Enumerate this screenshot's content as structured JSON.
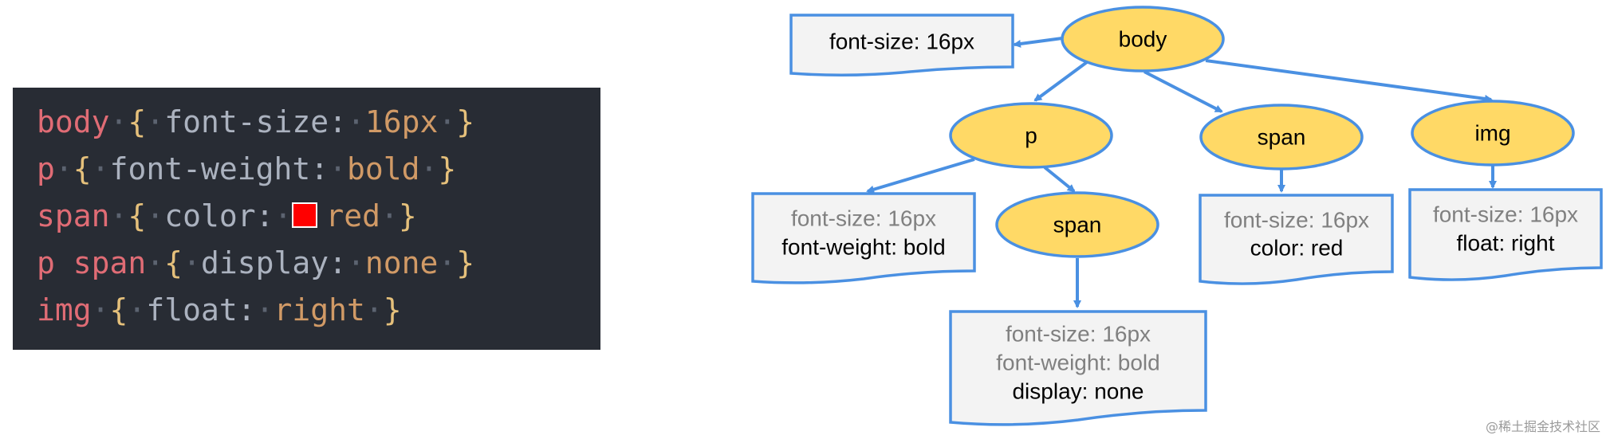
{
  "code": {
    "lines": [
      {
        "selector": "body",
        "property": "font-size",
        "value": "16px",
        "swatch": false
      },
      {
        "selector": "p",
        "property": "font-weight",
        "value": "bold",
        "swatch": false
      },
      {
        "selector": "span",
        "property": "color",
        "value": "red",
        "swatch": true
      },
      {
        "selector": "p span",
        "property": "display",
        "value": "none",
        "swatch": false
      },
      {
        "selector": "img",
        "property": "float",
        "value": "right",
        "swatch": false
      }
    ],
    "colors": {
      "selector": "#e06c75",
      "brace": "#e5c07b",
      "property": "#abb2bf",
      "value": "#d19a66",
      "swatch": "#ff0000",
      "background": "#282c34"
    }
  },
  "tree": {
    "nodes": {
      "body": "body",
      "p": "p",
      "span1": "span",
      "span2": "span",
      "img": "img"
    },
    "styles": {
      "body": [
        "font-size: 16px"
      ],
      "p": [
        "font-size: 16px",
        "font-weight: bold"
      ],
      "span2": [
        "font-size: 16px",
        "font-weight: bold",
        "display: none"
      ],
      "span1": [
        "font-size: 16px",
        "color: red"
      ],
      "img": [
        "font-size: 16px",
        "float: right"
      ]
    },
    "colors": {
      "node_fill": "#ffd966",
      "node_stroke": "#4a90e2",
      "box_fill": "#f3f3f3",
      "inherited_text": "#808080",
      "own_text": "#000000"
    }
  },
  "watermark": "@稀土掘金技术社区"
}
